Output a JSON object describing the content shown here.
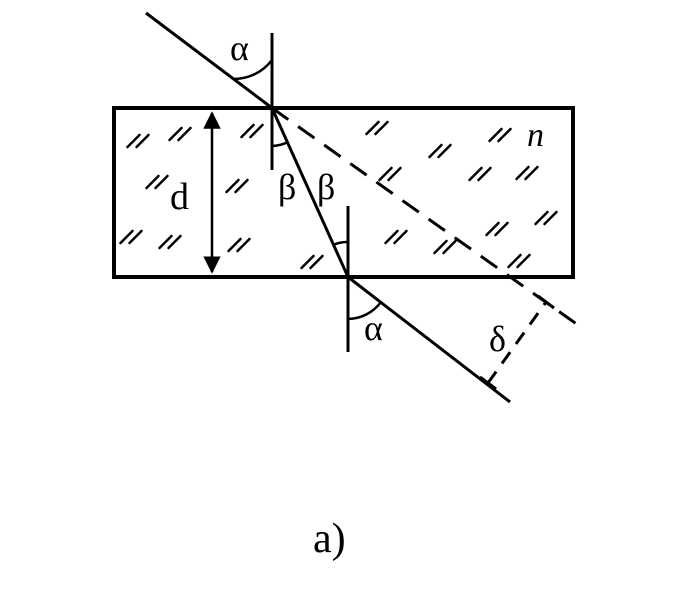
{
  "labels": {
    "alpha_incident": "α",
    "beta_left": "β",
    "beta_right": "β",
    "thickness": "d",
    "refractive_index": "n",
    "alpha_exit": "α",
    "displacement": "δ"
  },
  "caption": "a)",
  "colors": {
    "ink": "#000000",
    "background": "#ffffff"
  }
}
